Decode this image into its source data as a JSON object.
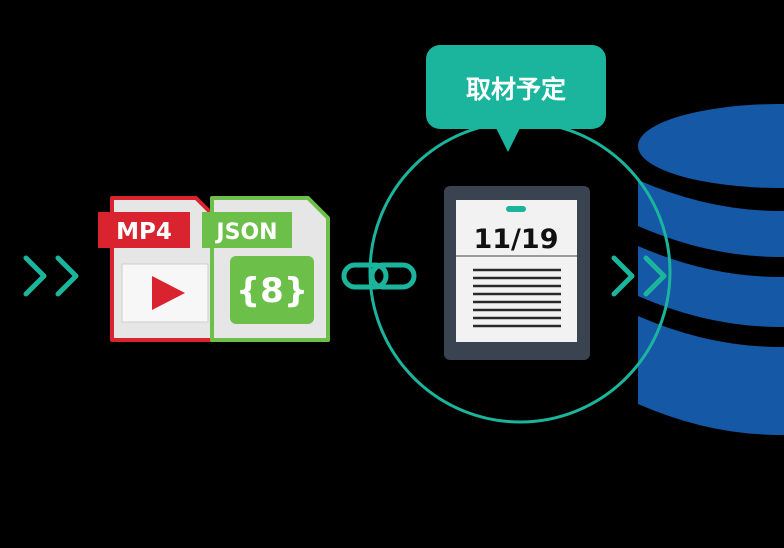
{
  "files": {
    "mp4_label": "MP4",
    "json_label": "JSON",
    "json_glyph": "{8}"
  },
  "schedule": {
    "bubble_text": "取材予定",
    "date": "11/19"
  },
  "icons": [
    "double-chevron-right-icon",
    "video-file-icon",
    "json-file-icon",
    "chain-link-icon",
    "calendar-icon",
    "database-icon"
  ],
  "colors": {
    "background": "#000000",
    "accent_teal": "#1ab59c",
    "mp4_red": "#d9232e",
    "json_green": "#6cc04a",
    "file_body": "#e6e6e6",
    "calendar_frame": "#3a4350",
    "database_blue": "#1458a6"
  }
}
